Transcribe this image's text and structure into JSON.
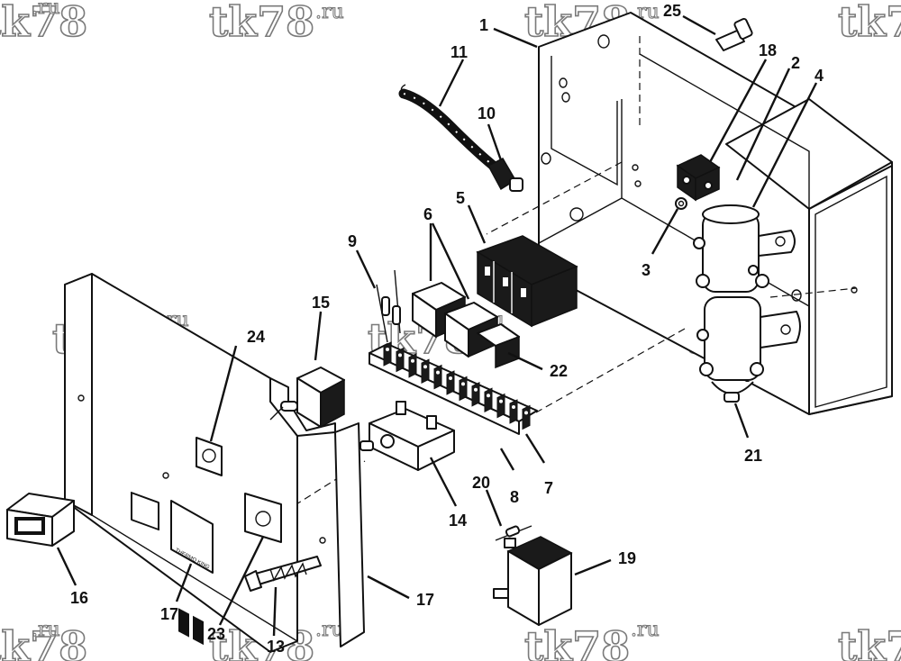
{
  "callouts": [
    "1",
    "2",
    "3",
    "4",
    "5",
    "6",
    "7",
    "8",
    "9",
    "10",
    "11",
    "13",
    "14",
    "15",
    "16",
    "17",
    "17",
    "18",
    "19",
    "20",
    "21",
    "22",
    "23",
    "24",
    "25"
  ],
  "watermark": {
    "main": "tk78",
    "suffix": ".ru"
  },
  "logo": {
    "text": "THERMO KING"
  }
}
